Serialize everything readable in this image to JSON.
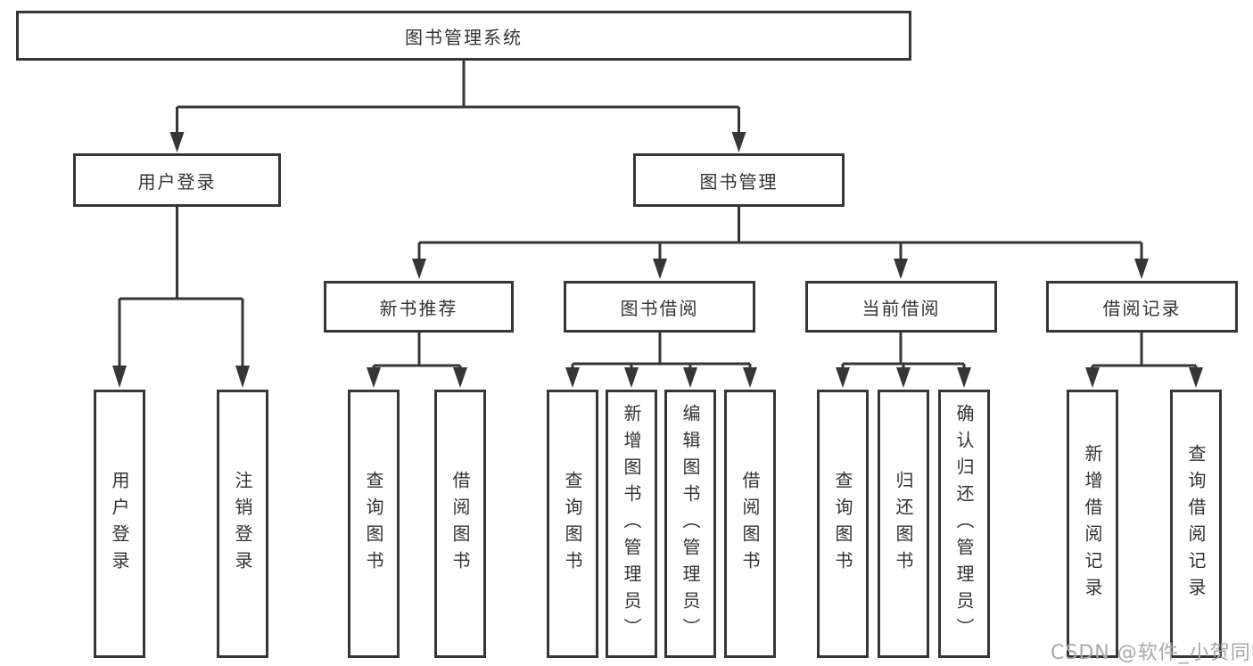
{
  "diagram": {
    "root": {
      "label": "图书管理系统"
    },
    "level1": [
      {
        "label": "用户登录"
      },
      {
        "label": "图书管理"
      }
    ],
    "level2": [
      {
        "label": "新书推荐"
      },
      {
        "label": "图书借阅"
      },
      {
        "label": "当前借阅"
      },
      {
        "label": "借阅记录"
      }
    ],
    "leaves": [
      {
        "label": "用户登录"
      },
      {
        "label": "注销登录"
      },
      {
        "label": "查询图书"
      },
      {
        "label": "借阅图书"
      },
      {
        "label": "查询图书"
      },
      {
        "label": "新增图书（管理员）"
      },
      {
        "label": "编辑图书（管理员）"
      },
      {
        "label": "借阅图书"
      },
      {
        "label": "查询图书"
      },
      {
        "label": "归还图书"
      },
      {
        "label": "确认归还（管理员）"
      },
      {
        "label": "新增借阅记录"
      },
      {
        "label": "查询借阅记录"
      }
    ]
  },
  "watermark": {
    "text": "CSDN @软件_小贺同学"
  },
  "colors": {
    "background": "#ffffff",
    "box_border": "#363636",
    "connector_line": "#363636",
    "text": "#333333",
    "watermark_text": "#a8a8a8"
  }
}
